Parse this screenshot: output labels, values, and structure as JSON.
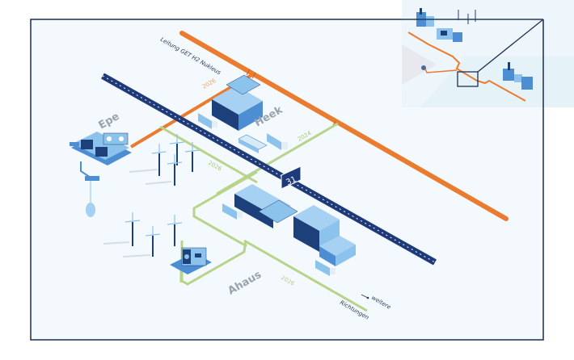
{
  "diagram": {
    "title": "Hydrogen network connection map (Epe – Heek – Ahaus)",
    "pipeline": {
      "label": "Leitung GET H2 Nukleus",
      "color": "#ea7b2f"
    },
    "orange_branch": {
      "year": "2026",
      "color": "#ea7b2f"
    },
    "green_network": {
      "color": "#b7d48a",
      "labels": [
        {
          "id": "heek-branch",
          "year": "2024"
        },
        {
          "id": "epe-branch",
          "year": "2026"
        },
        {
          "id": "ahaus-branch",
          "year": "2026"
        }
      ]
    },
    "highway": {
      "number": "31",
      "color": "#1e3a78"
    },
    "cities": [
      {
        "id": "epe",
        "name": "Epe"
      },
      {
        "id": "heek",
        "name": "Heek"
      },
      {
        "id": "ahaus",
        "name": "Ahaus"
      }
    ],
    "further_directions": {
      "line1": "weitere",
      "line2": "Richtungen"
    },
    "inset": {
      "description": "Overview map of H2 core network with industrial sites and highlighted detail area"
    },
    "colors": {
      "frame": "#26395e",
      "background": "#f4f9fd",
      "building_light": "#8cc3ec",
      "building_dark": "#1d3f7a",
      "building_mid": "#4d8ed3"
    }
  }
}
